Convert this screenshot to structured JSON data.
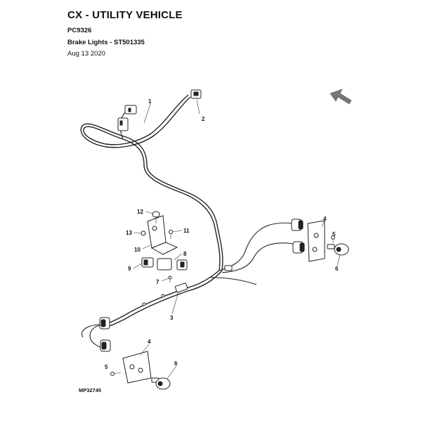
{
  "header": {
    "title": "CX - UTILITY VEHICLE",
    "part_catalog": "PC9326",
    "section": "Brake Lights - ST501335",
    "date": "Aug 13 2020"
  },
  "diagram": {
    "figure_id": "MP32745",
    "callouts": [
      "1",
      "2",
      "12",
      "13",
      "11",
      "10",
      "8",
      "9",
      "7",
      "3",
      "4",
      "5",
      "6",
      "4",
      "5",
      "6"
    ]
  }
}
